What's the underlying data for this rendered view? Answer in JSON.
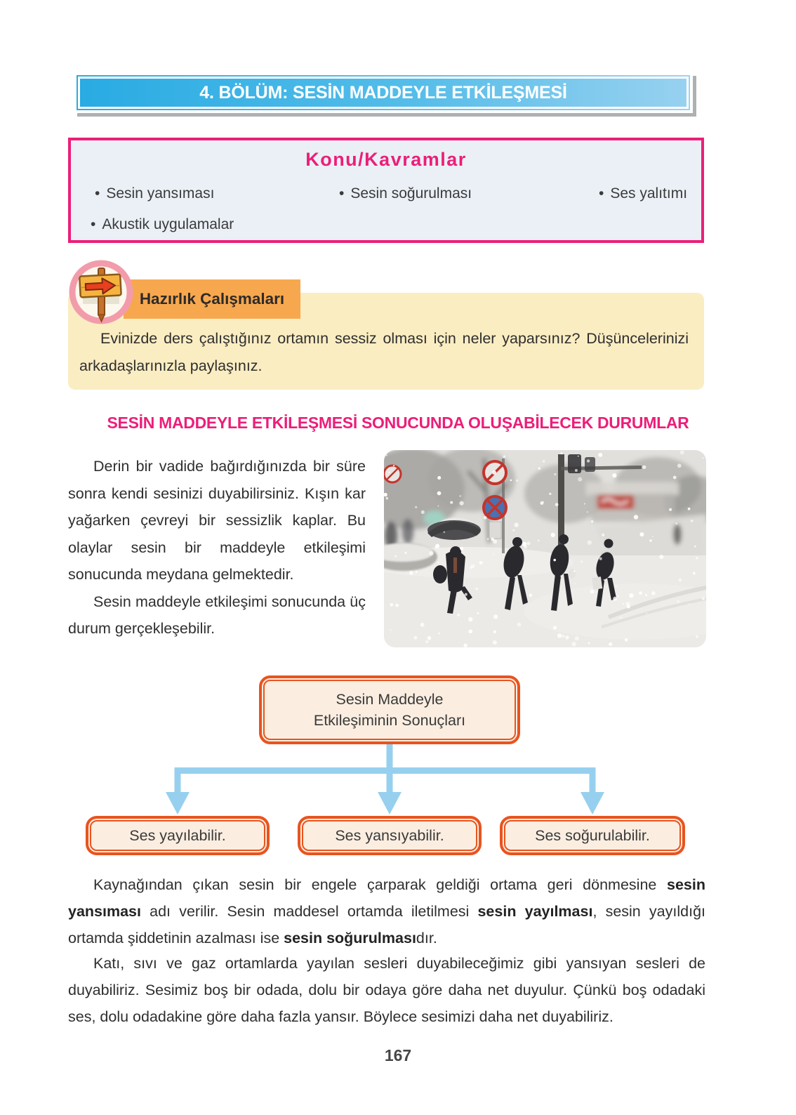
{
  "page": {
    "number": "167"
  },
  "header": {
    "title": "4. BÖLÜM: SESİN MADDEYLE ETKİLEŞMESİ"
  },
  "topics": {
    "title": "Konu/Kavramlar",
    "bullet": "•",
    "items": [
      "Sesin yansıması",
      "Sesin soğurulması",
      "Ses yalıtımı",
      "Akustik uygulamalar"
    ]
  },
  "prep": {
    "label": "Hazırlık Çalışmaları",
    "text": "Evinizde ders çalıştığınız ortamın sessiz olması için neler yaparsınız? Düşüncelerinizi arkadaşlarınızla paylaşınız.",
    "icon": "signpost-arrow-icon"
  },
  "section": {
    "heading": "SESİN MADDEYLE ETKİLEŞMESİ SONUCUNDA OLUŞABİLECEK DURUMLAR",
    "paragraph_1": "Derin bir vadide bağırdığınızda bir süre sonra kendi sesinizi duyabilirsiniz. Kışın kar yağarken çevreyi bir sessizlik kaplar. Bu olaylar sesin bir maddeyle etkileşimi sonucunda meydana gelmektedir.",
    "paragraph_2": "Sesin maddeyle etkileşimi sonucunda üç durum gerçekleşebilir.",
    "photo_alt": "Karlı bir günde yürüyen insanlar"
  },
  "diagram": {
    "root_line1": "Sesin Maddeyle",
    "root_line2": "Etkileşiminin Sonuçları",
    "children": [
      "Ses yayılabilir.",
      "Ses yansıyabilir.",
      "Ses soğurulabilir."
    ]
  },
  "body": {
    "paragraph_3_segments": [
      {
        "text": "Kaynağından çıkan sesin bir engele çarparak geldiği ortama geri dönmesine ",
        "bold": false
      },
      {
        "text": "sesin yansıması",
        "bold": true
      },
      {
        "text": " adı verilir. Sesin maddesel ortamda iletilmesi ",
        "bold": false
      },
      {
        "text": "sesin yayılması",
        "bold": true
      },
      {
        "text": ", sesin yayıldığı ortamda şiddetinin azalması ise ",
        "bold": false
      },
      {
        "text": "sesin soğurulması",
        "bold": true
      },
      {
        "text": "dır.",
        "bold": false
      }
    ],
    "paragraph_4": "Katı, sıvı ve gaz ortamlarda yayılan sesleri duyabileceğimiz gibi yansıyan sesleri de duyabiliriz. Sesimiz boş bir odada, dolu bir odaya göre daha net duyulur. Çünkü boş odadaki ses, dolu odadakine göre daha fazla yansır. Böylece sesimizi daha net duyabiliriz."
  },
  "palette": {
    "banner_blue_left": "#29abe3",
    "banner_blue_right": "#98d1f0",
    "magenta_accent": "#ec1e79",
    "prep_cream": "#fbedc2",
    "prep_orange": "#f7a84f",
    "diagram_orange": "#e8541f",
    "diagram_fill": "#fbeee1",
    "arrow_blue": "#97d0ee"
  }
}
